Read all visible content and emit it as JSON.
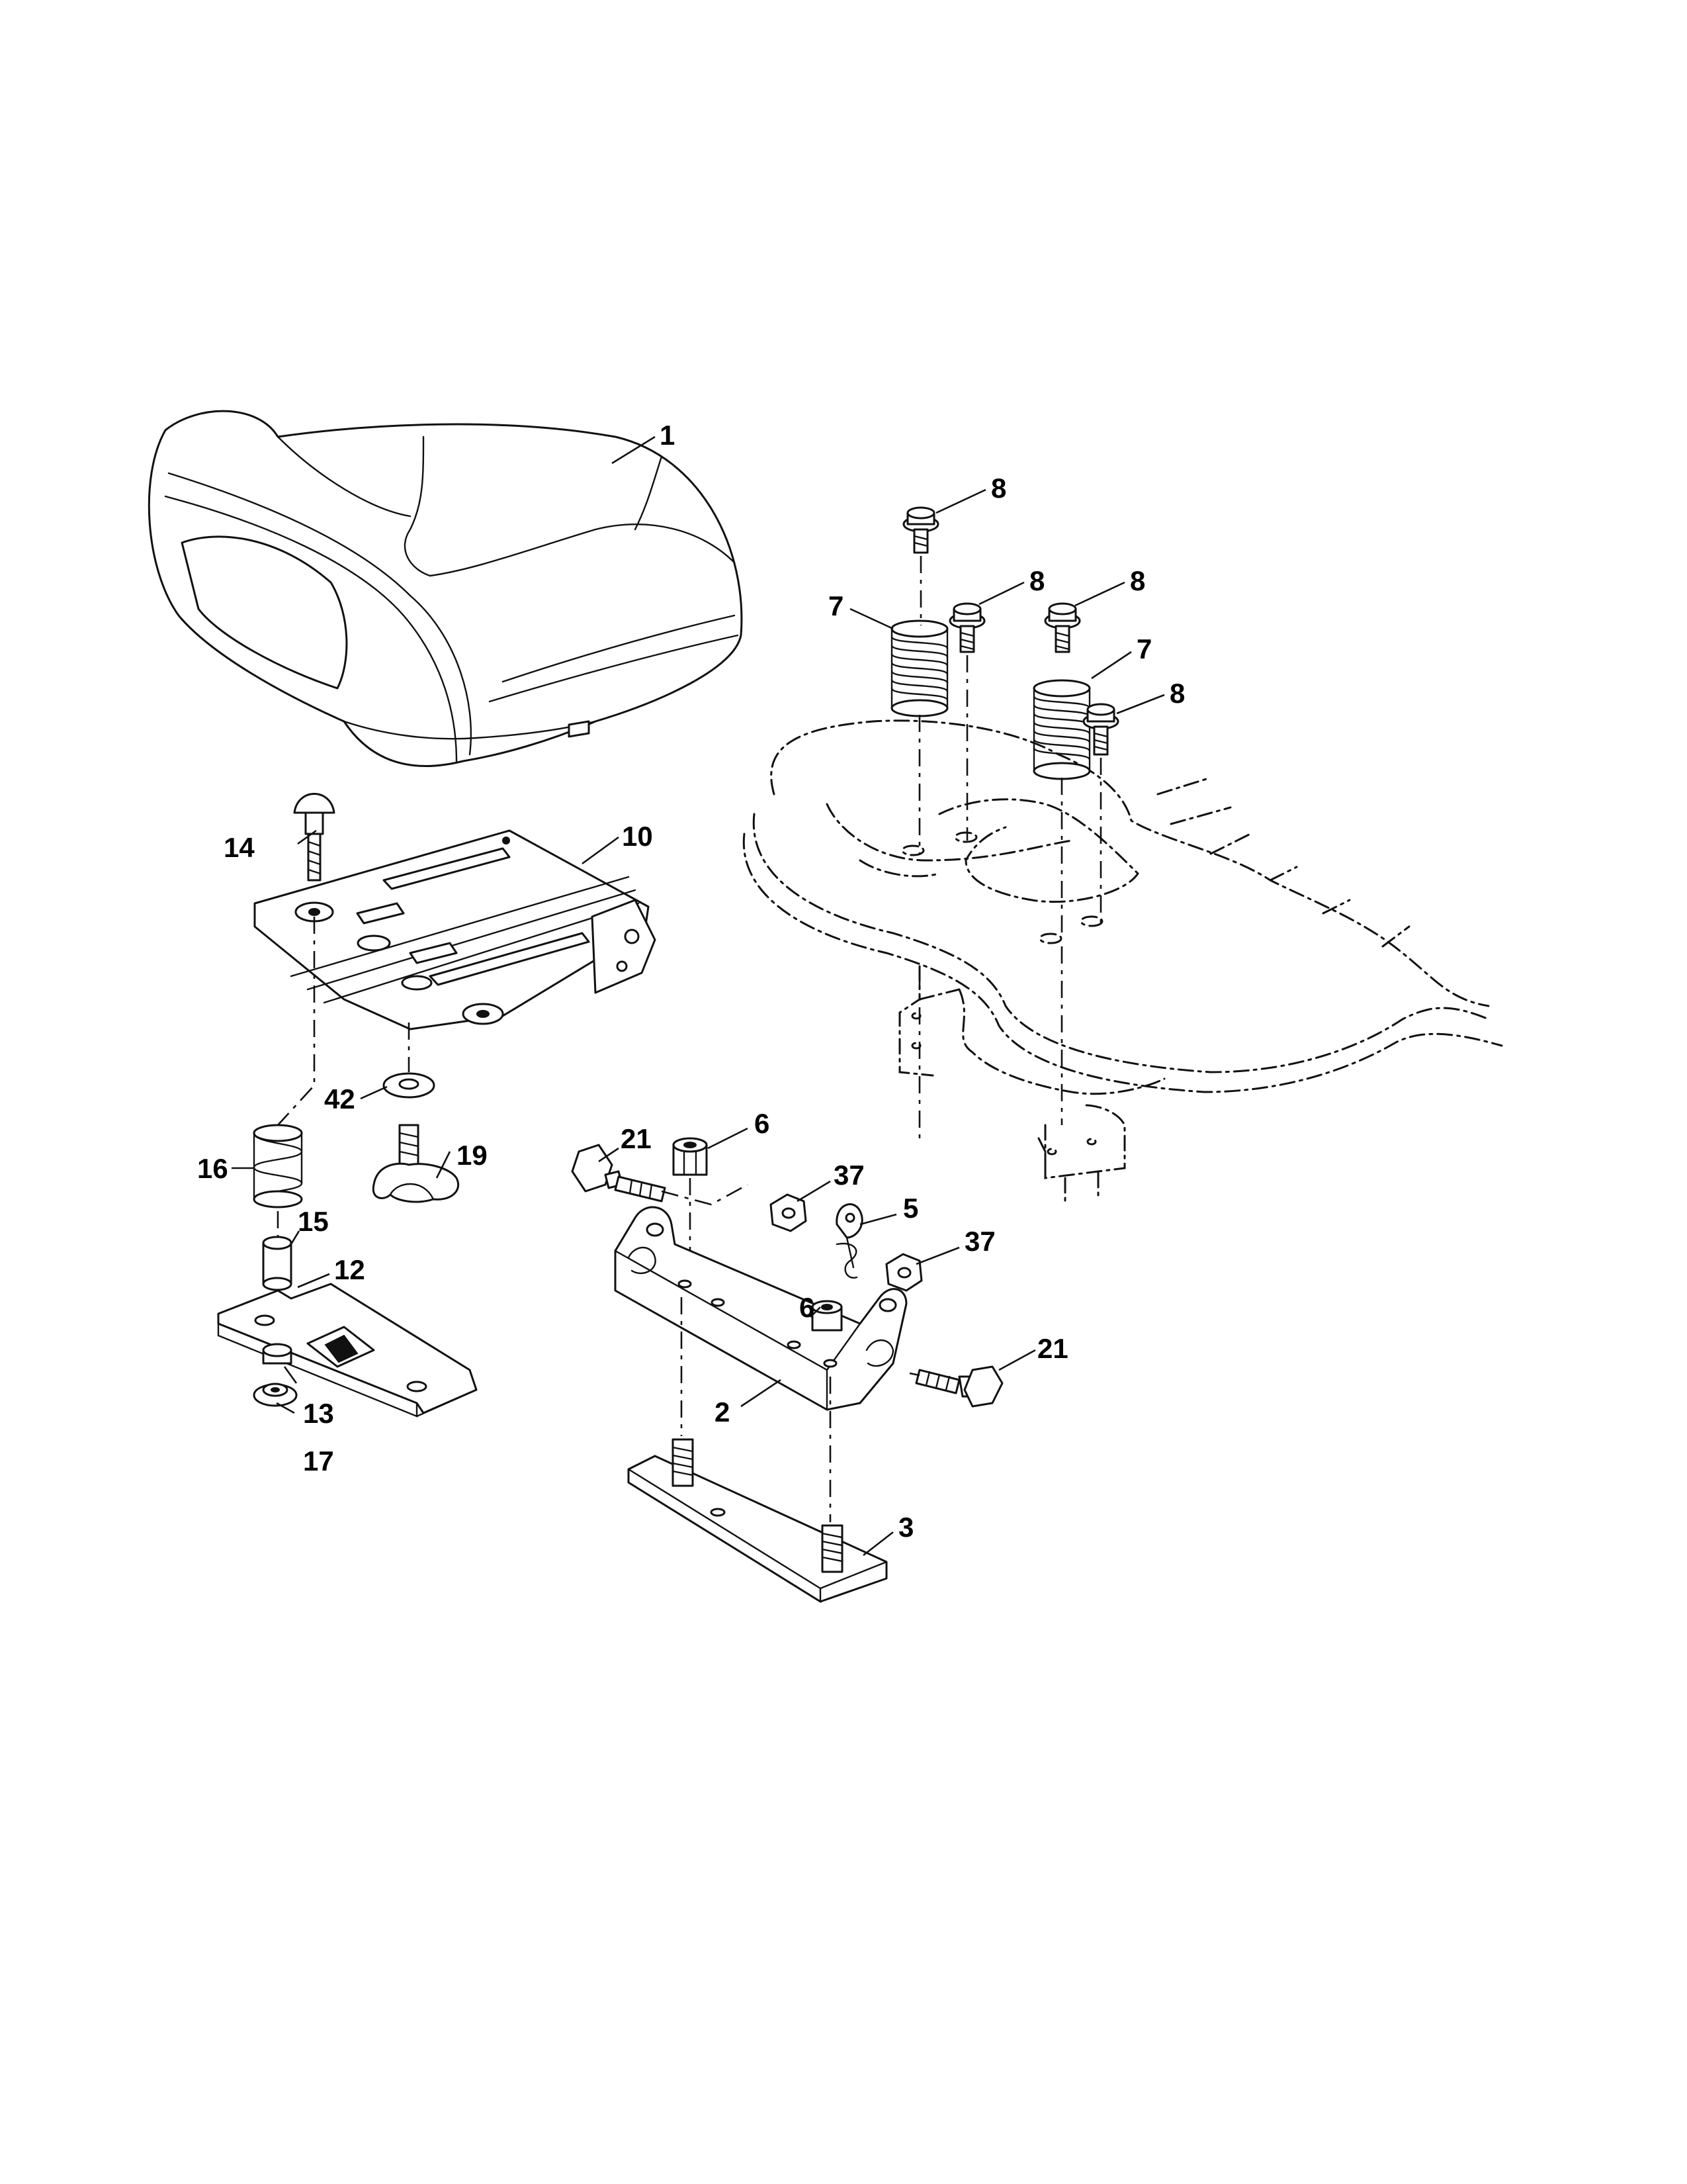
{
  "diagram": {
    "callouts": [
      {
        "id": "c1",
        "text": "1"
      },
      {
        "id": "c8a",
        "text": "8"
      },
      {
        "id": "c8b",
        "text": "8"
      },
      {
        "id": "c8c",
        "text": "8"
      },
      {
        "id": "c8d",
        "text": "8"
      },
      {
        "id": "c7a",
        "text": "7"
      },
      {
        "id": "c7b",
        "text": "7"
      },
      {
        "id": "c14",
        "text": "14"
      },
      {
        "id": "c10",
        "text": "10"
      },
      {
        "id": "c42",
        "text": "42"
      },
      {
        "id": "c19",
        "text": "19"
      },
      {
        "id": "c16",
        "text": "16"
      },
      {
        "id": "c15",
        "text": "15"
      },
      {
        "id": "c12",
        "text": "12"
      },
      {
        "id": "c13",
        "text": "13"
      },
      {
        "id": "c17",
        "text": "17"
      },
      {
        "id": "c21a",
        "text": "21"
      },
      {
        "id": "c6a",
        "text": "6"
      },
      {
        "id": "c37a",
        "text": "37"
      },
      {
        "id": "c5",
        "text": "5"
      },
      {
        "id": "c6b",
        "text": "6"
      },
      {
        "id": "c37b",
        "text": "37"
      },
      {
        "id": "c21b",
        "text": "21"
      },
      {
        "id": "c2",
        "text": "2"
      },
      {
        "id": "c3",
        "text": "3"
      }
    ]
  }
}
